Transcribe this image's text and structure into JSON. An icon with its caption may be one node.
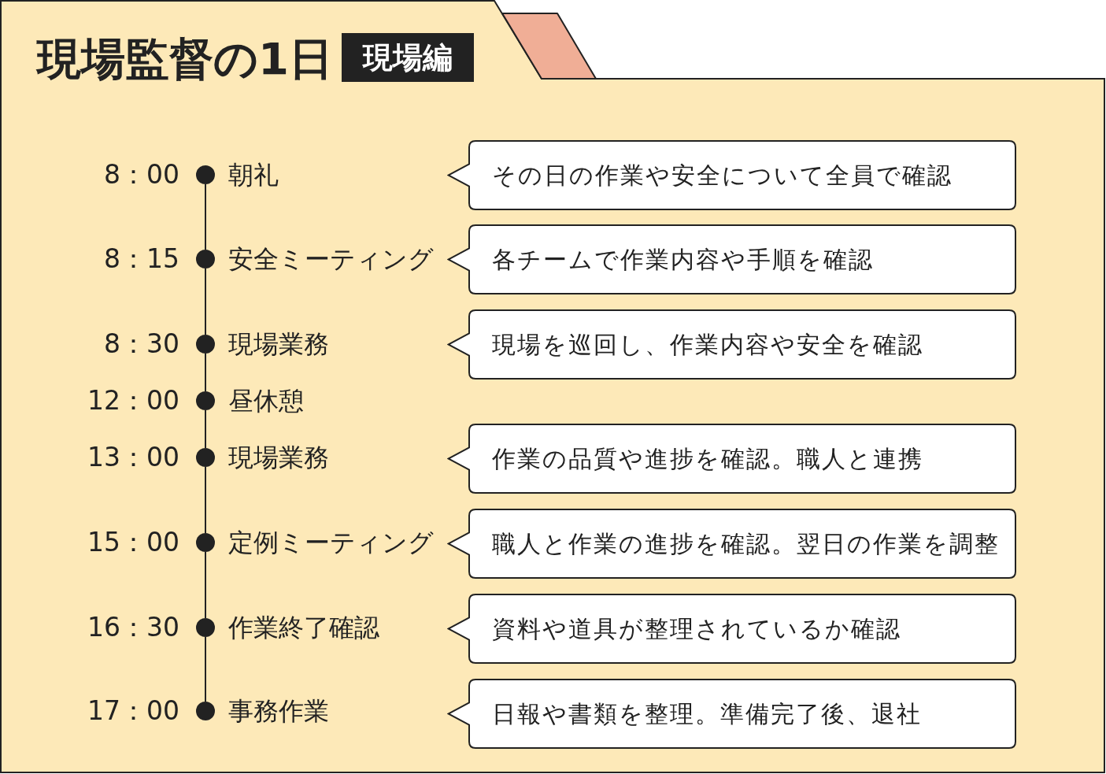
{
  "diagram": {
    "title": "現場監督の1日",
    "nodes": [
      {
        "text": [],
        "shape": "circle",
        "beside": [
          "8：00",
          "朝礼"
        ]
      },
      {
        "text": [
          "その日の作業や安全について全員で確認"
        ]
      },
      {
        "text": [],
        "shape": "circle",
        "beside": [
          "8：15",
          "安全ミーティング"
        ]
      },
      {
        "text": [
          "各チームで作業内容や手順を確認"
        ]
      },
      {
        "text": [],
        "shape": "circle",
        "beside": [
          "8：30",
          "現場業務"
        ]
      },
      {
        "text": [
          "現場を巡回し、作業内容や安全を確認"
        ]
      },
      {
        "text": [],
        "shape": "circle",
        "beside": [
          "12：00",
          "昼休憩"
        ]
      },
      {
        "text": [],
        "shape": "circle",
        "beside": [
          "13：00",
          "現場業務"
        ]
      },
      {
        "text": [
          "作業の品質や進捗を確認。職人と連携"
        ]
      },
      {
        "text": [],
        "shape": "circle",
        "beside": [
          "15：00",
          "定例ミーティング"
        ]
      },
      {
        "text": [
          "職人と作業の進捗を確認。翌日の作業を調整"
        ]
      },
      {
        "text": [],
        "shape": "circle",
        "beside": [
          "16：30",
          "作業終了確認"
        ]
      },
      {
        "text": [
          "資料や道具が整理されているか確認"
        ]
      },
      {
        "text": [],
        "shape": "circle",
        "beside": [
          "17：00",
          "事務作業"
        ]
      },
      {
        "text": [
          "日報や書類を整理。準備完了後、退社"
        ]
      }
    ],
    "edges": [
      {
        "from": 0,
        "to": 2,
        "arrow": "none"
      },
      {
        "from": 2,
        "to": 4,
        "arrow": "none"
      },
      {
        "from": 4,
        "to": 6,
        "arrow": "none"
      },
      {
        "from": 6,
        "to": 7,
        "arrow": "none"
      },
      {
        "from": 7,
        "to": 9,
        "arrow": "none"
      },
      {
        "from": 9,
        "to": 11,
        "arrow": "none"
      },
      {
        "from": 11,
        "to": 13,
        "arrow": "none"
      }
    ],
    "labels": [
      "現場編"
    ]
  }
}
